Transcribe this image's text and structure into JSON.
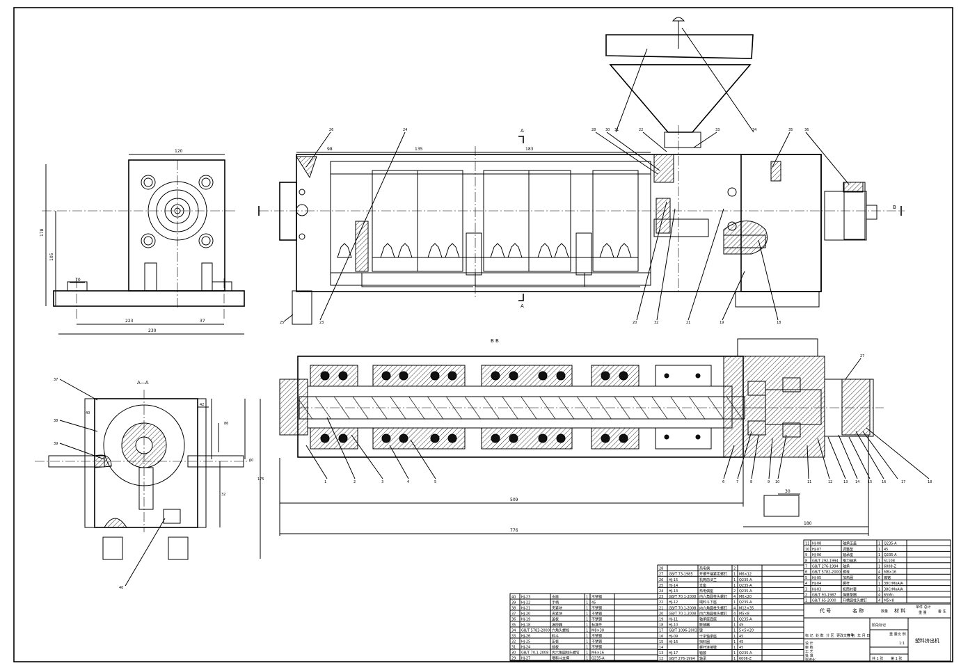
{
  "views": {
    "side": {
      "dims": [
        "120",
        "178",
        "105",
        "223",
        "37",
        "230",
        "70"
      ]
    },
    "main": {
      "dims": [
        "98",
        "135",
        "183"
      ],
      "section_marks": [
        "A",
        "A",
        "B",
        "B"
      ],
      "part_labels": [
        "26",
        "24",
        "28",
        "30",
        "31",
        "22",
        "33",
        "34",
        "35",
        "36",
        "23",
        "25",
        "20",
        "32",
        "21",
        "19",
        "18"
      ]
    },
    "section_aa": {
      "title": "A—A",
      "dims": [
        "40",
        "42",
        "86",
        "60",
        "32",
        "175"
      ],
      "part_labels": [
        "37",
        "38",
        "39",
        "40"
      ]
    },
    "section_bb": {
      "title": "B  B",
      "dims": [
        "509",
        "776",
        "180",
        "30"
      ],
      "part_labels": [
        "1",
        "2",
        "3",
        "4",
        "5",
        "6",
        "7",
        "8",
        "9",
        "10",
        "11",
        "12",
        "13",
        "14",
        "15",
        "16",
        "17",
        "27"
      ]
    }
  },
  "title_block": {
    "drawing_title": "塑料挤出机",
    "header_row": {
      "code": "代 号",
      "name": "名 称",
      "qty": "数量",
      "material": "材 料",
      "weight": "单件 总计",
      "weight_sub": "重 量",
      "remark": "备 注"
    },
    "sign_labels": [
      "标 记",
      "处 数",
      "分 区",
      "更改文件号",
      "签 名",
      "年 月 日"
    ],
    "role_labels": [
      "设 计",
      "审 核",
      "工 艺",
      "批 准",
      "标准化"
    ],
    "stage_label": "阶段标记",
    "weight_label": "重 量",
    "scale_label": "比 例",
    "scale_value": "1:1",
    "sheets": "共 1 张",
    "sheet_no": "第 1 张"
  },
  "bom_right": [
    {
      "no": "11",
      "code": "HJ-08",
      "name": "轴承压盖",
      "qty": "1",
      "mat": "Q235-A"
    },
    {
      "no": "10",
      "code": "HJ-07",
      "name": "调整垫",
      "qty": "1",
      "mat": "45"
    },
    {
      "no": "9",
      "code": "HJ-06",
      "name": "轴承座",
      "qty": "1",
      "mat": "Q235-A"
    },
    {
      "no": "8",
      "code": "GB/T 292-1994",
      "name": "推力轴承",
      "qty": "1",
      "mat": "51108"
    },
    {
      "no": "7",
      "code": "GB/T 276-1994",
      "name": "轴承",
      "qty": "1",
      "mat": "6008-Z"
    },
    {
      "no": "6",
      "code": "GB/T 5782-2000",
      "name": "螺栓",
      "qty": "4",
      "mat": "M8×16"
    },
    {
      "no": "5",
      "code": "HJ-05",
      "name": "加热圈",
      "qty": "6",
      "mat": "镍铬"
    },
    {
      "no": "4",
      "code": "HJ-04",
      "name": "螺杆",
      "qty": "1",
      "mat": "38CrMoAlA"
    },
    {
      "no": "3",
      "code": "HJ-03",
      "name": "机筒衬套",
      "qty": "1",
      "mat": "38CrMoAlA"
    },
    {
      "no": "2",
      "code": "GB/T 93-1987",
      "name": "弹簧垫圈",
      "qty": "4",
      "mat": "65Mn"
    },
    {
      "no": "1",
      "code": "GB/T 65-2000",
      "name": "开槽圆柱头螺钉",
      "qty": "4",
      "mat": "M5×8"
    }
  ],
  "bom_middle": [
    {
      "no": "28",
      "code": "",
      "name": "热电偶",
      "qty": "2",
      "mat": ""
    },
    {
      "no": "27",
      "code": "GB/T 73-1985",
      "name": "开槽平端紧定螺钉",
      "qty": "1",
      "mat": "M6×12"
    },
    {
      "no": "26",
      "code": "HJ-15",
      "name": "机筒前法兰",
      "qty": "1",
      "mat": "Q235-A"
    },
    {
      "no": "25",
      "code": "HJ-14",
      "name": "支座",
      "qty": "1",
      "mat": "Q235-A"
    },
    {
      "no": "24",
      "code": "HJ-13",
      "name": "热电偶座",
      "qty": "2",
      "mat": "Q235-A"
    },
    {
      "no": "23",
      "code": "GB/T 70.1-2008",
      "name": "内六角圆柱头螺钉",
      "qty": "4",
      "mat": "M6×20"
    },
    {
      "no": "22",
      "code": "HJ-12",
      "name": "喂料斗下座",
      "qty": "1",
      "mat": "Q235-A"
    },
    {
      "no": "21",
      "code": "GB/T 70.1-2008",
      "name": "内六角圆柱头螺钉",
      "qty": "4",
      "mat": "M12×35"
    },
    {
      "no": "20",
      "code": "GB/T 70.1-2008",
      "name": "内六角圆柱头螺钉",
      "qty": "4",
      "mat": "M5×8"
    },
    {
      "no": "19",
      "code": "HJ-11",
      "name": "轴承座底座",
      "qty": "1",
      "mat": "Q235-A"
    },
    {
      "no": "18",
      "code": "HJ-10",
      "name": "联轴器",
      "qty": "1",
      "mat": "45"
    },
    {
      "no": "17",
      "code": "GB/T 1096-2003",
      "name": "键",
      "qty": "1",
      "mat": "5×5×20"
    },
    {
      "no": "16",
      "code": "HJ-09",
      "name": "十字轴承座",
      "qty": "1",
      "mat": "45"
    },
    {
      "no": "15",
      "code": "HJ-16",
      "name": "挡料圈",
      "qty": "1",
      "mat": "45"
    },
    {
      "no": "14",
      "code": "",
      "name": "螺杆连接键",
      "qty": "1",
      "mat": "45"
    },
    {
      "no": "13",
      "code": "HJ-17",
      "name": "轴套",
      "qty": "1",
      "mat": "Q235-A"
    },
    {
      "no": "12",
      "code": "GB/T 276-1994",
      "name": "轴承",
      "qty": "1",
      "mat": "6006-Z"
    }
  ],
  "bom_left": [
    {
      "no": "40",
      "code": "HJ-23",
      "name": "支座",
      "qty": "1",
      "mat": "不锈钢"
    },
    {
      "no": "39",
      "code": "HJ-22",
      "name": "手柄",
      "qty": "1",
      "mat": "45"
    },
    {
      "no": "38",
      "code": "HJ-21",
      "name": "夹紧块",
      "qty": "1",
      "mat": "不锈钢"
    },
    {
      "no": "37",
      "code": "HJ-20",
      "name": "夹紧块",
      "qty": "1",
      "mat": "不锈钢"
    },
    {
      "no": "36",
      "code": "HJ-19",
      "name": "盖板",
      "qty": "1",
      "mat": "不锈钢"
    },
    {
      "no": "35",
      "code": "HJ-18",
      "name": "温控器",
      "qty": "1",
      "mat": "标准件"
    },
    {
      "no": "34",
      "code": "GB/T 5783-2000",
      "name": "六角头螺栓",
      "qty": "1",
      "mat": "M8×30"
    },
    {
      "no": "33",
      "code": "HJ-26",
      "name": "料斗",
      "qty": "1",
      "mat": "不锈钢"
    },
    {
      "no": "32",
      "code": "HJ-25",
      "name": "压板",
      "qty": "1",
      "mat": "不锈钢"
    },
    {
      "no": "31",
      "code": "HJ-24",
      "name": "挡板",
      "qty": "1",
      "mat": "不锈钢"
    },
    {
      "no": "30",
      "code": "GB/T 70.1-2008",
      "name": "内六角圆柱头螺钉",
      "qty": "1",
      "mat": "M6×16"
    },
    {
      "no": "29",
      "code": "HJ-27",
      "name": "喂料斗支撑",
      "qty": "1",
      "mat": "Q235-A"
    }
  ]
}
